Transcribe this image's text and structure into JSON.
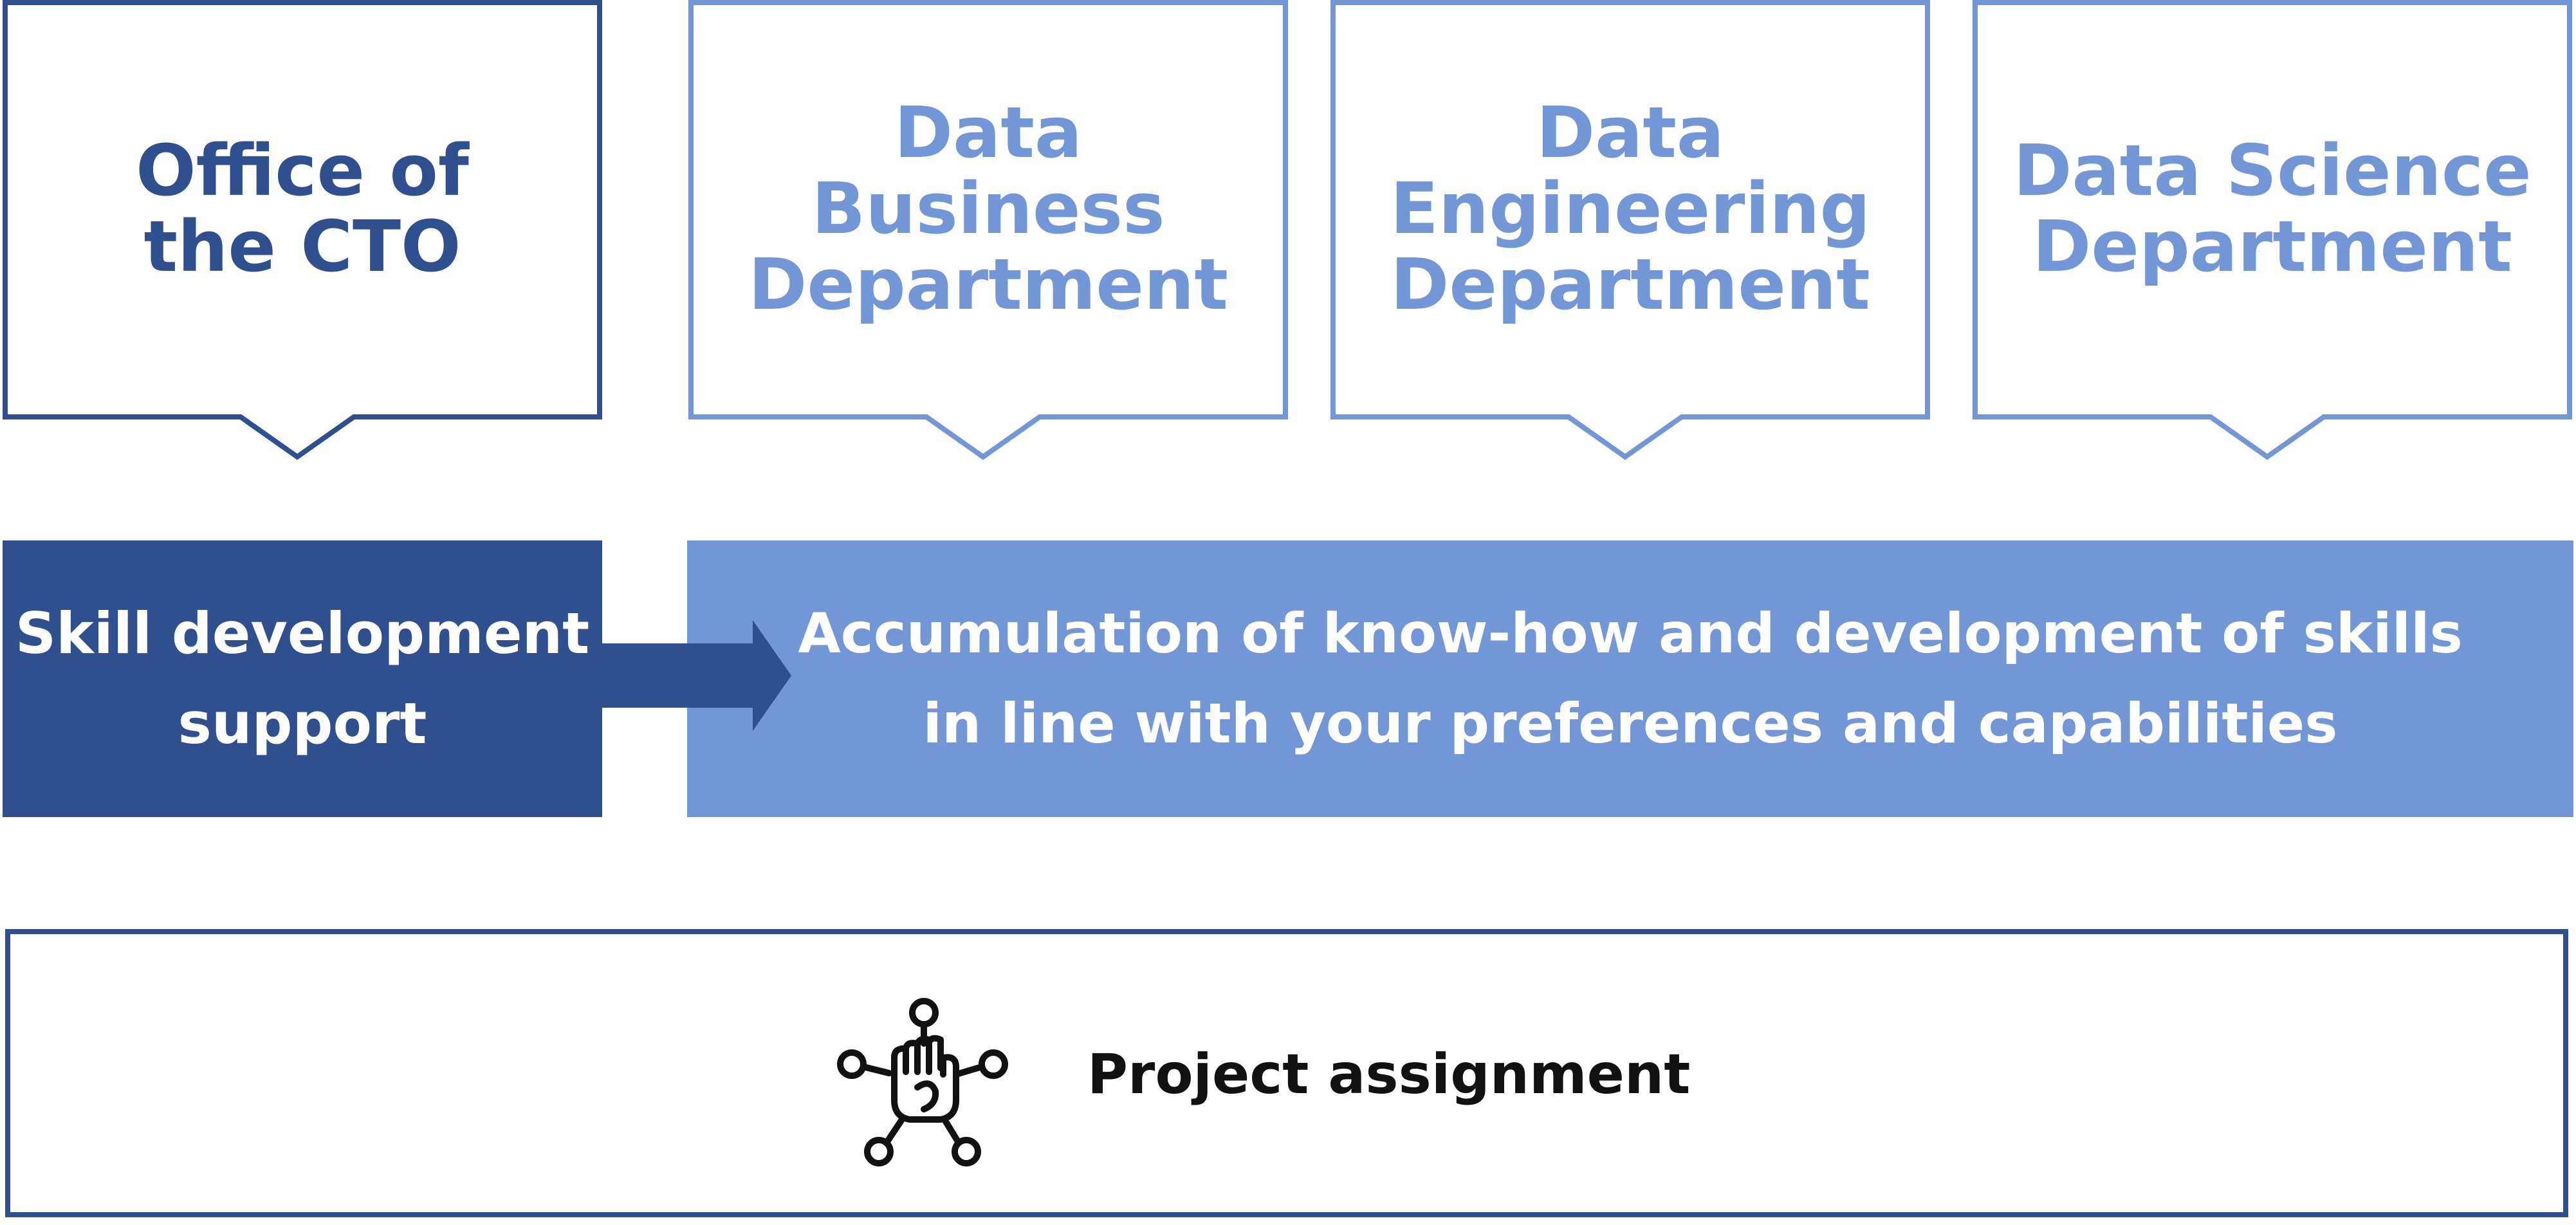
{
  "departments": [
    {
      "id": "cto",
      "title": "Office of\nthe CTO",
      "color": "#2f4f8f"
    },
    {
      "id": "biz",
      "title": "Data\nBusiness\nDepartment",
      "color": "#7396d6"
    },
    {
      "id": "eng",
      "title": "Data\nEngineering\nDepartment",
      "color": "#7396d6"
    },
    {
      "id": "sci",
      "title": "Data Science\nDepartment",
      "color": "#7396d6"
    }
  ],
  "skill_support": {
    "text": "Skill development\nsupport",
    "color": "#2f4f8f"
  },
  "accumulation": {
    "text": "Accumulation of know-how and development of skills\nin line with your preferences and capabilities",
    "color": "#7396d6"
  },
  "project": {
    "label": "Project assignment",
    "icon": "network-hand-icon"
  }
}
